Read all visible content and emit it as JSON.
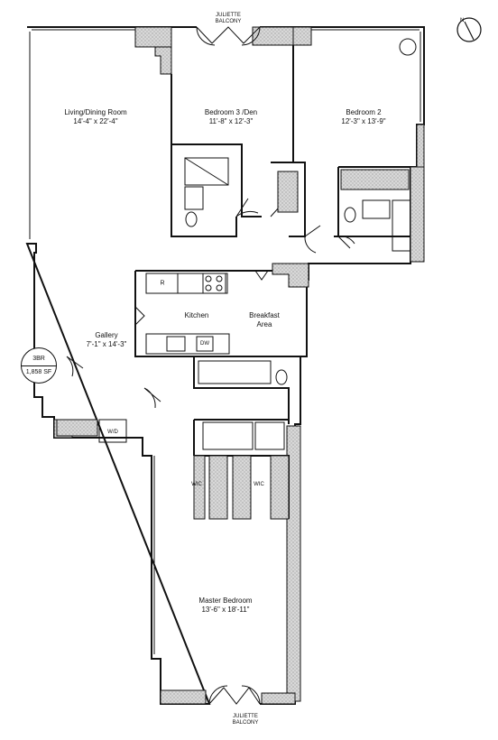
{
  "rooms": {
    "living": {
      "name": "Living/Dining Room",
      "dims": "14'-4\" x 22'-4\""
    },
    "bedroom3": {
      "name": "Bedroom 3 /Den",
      "dims": "11'-8\" x 12'-3\""
    },
    "bedroom2": {
      "name": "Bedroom 2",
      "dims": "12'-3\" x 13'-9\""
    },
    "kitchen": {
      "name": "Kitchen"
    },
    "breakfast": {
      "name": "Breakfast",
      "name2": "Area"
    },
    "gallery": {
      "name": "Gallery",
      "dims": "7'-1\" x 14'-3\""
    },
    "master": {
      "name": "Master Bedroom",
      "dims": "13'-6\" x 18'-11\""
    }
  },
  "balcony_top": {
    "line1": "JULIETTE",
    "line2": "BALCONY"
  },
  "balcony_bottom": {
    "line1": "JULIETTE",
    "line2": "BALCONY"
  },
  "fixtures": {
    "refrigerator": "R",
    "dishwasher": "DW",
    "washer_dryer": "W/D",
    "wic_left": "WIC",
    "wic_right": "WIC"
  },
  "unit": {
    "type": "3BR",
    "area": "1,858 SF"
  },
  "compass": {
    "label": "N"
  }
}
